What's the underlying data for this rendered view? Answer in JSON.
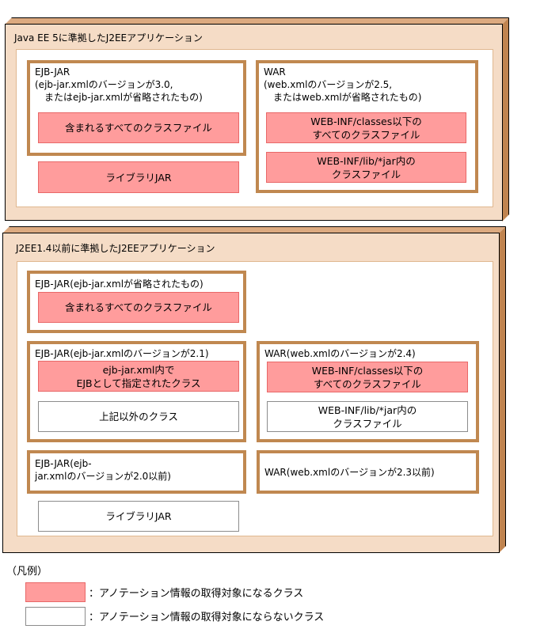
{
  "colors": {
    "frame_face": "#f5dcc6",
    "frame_top": "#dcaa80",
    "frame_side": "#c08450",
    "box_border": "#c08850",
    "target_fill": "#ff9c9c",
    "target_border": "#e86868",
    "non_target_border": "#8c8c8c"
  },
  "sections": [
    {
      "title": "Java EE 5に準拠したJ2EEアプリケーション",
      "ejb_box": {
        "label": "EJB-JAR\n(ejb-jar.xmlのバージョンが3.0,\n　またはejb-jar.xmlが省略されたもの)",
        "classes": [
          {
            "text": "含まれるすべてのクラスファイル",
            "type": "target"
          }
        ]
      },
      "library_jar": {
        "text": "ライブラリJAR",
        "type": "target"
      },
      "war_box": {
        "label": "WAR\n(web.xmlのバージョンが2.5,\n　またはweb.xmlが省略されたもの)",
        "classes": [
          {
            "text": "WEB-INF/classes以下の\nすべてのクラスファイル",
            "type": "target"
          },
          {
            "text": "WEB-INF/lib/*jar内の\nクラスファイル",
            "type": "target"
          }
        ]
      }
    },
    {
      "title": "J2EE1.4以前に準拠したJ2EEアプリケーション",
      "ejb_box_1": {
        "label": "EJB-JAR(ejb-jar.xmlが省略されたもの)",
        "classes": [
          {
            "text": "含まれるすべてのクラスファイル",
            "type": "target"
          }
        ]
      },
      "ejb_box_2": {
        "label": "EJB-JAR(ejb-jar.xmlのバージョンが2.1)",
        "classes": [
          {
            "text": "ejb-jar.xml内で\nEJBとして指定されたクラス",
            "type": "target"
          },
          {
            "text": "上記以外のクラス",
            "type": "non-target"
          }
        ]
      },
      "war_box_1": {
        "label": "WAR(web.xmlのバージョンが2.4)",
        "classes": [
          {
            "text": "WEB-INF/classes以下の\nすべてのクラスファイル",
            "type": "target"
          },
          {
            "text": "WEB-INF/lib/*jar内の\nクラスファイル",
            "type": "non-target"
          }
        ]
      },
      "ejb_box_3": {
        "label": "EJB-JAR(ejb-\njar.xmlのバージョンが2.0以前)"
      },
      "war_box_2": {
        "label": "WAR(web.xmlのバージョンが2.3以前)"
      },
      "library_jar": {
        "text": "ライブラリJAR",
        "type": "non-target"
      }
    }
  ],
  "legend": {
    "title": "（凡例）",
    "items": [
      {
        "swatch": "target",
        "text": "：アノテーション情報の取得対象になるクラス"
      },
      {
        "swatch": "non-target",
        "text": "：アノテーション情報の取得対象にならないクラス"
      }
    ]
  }
}
